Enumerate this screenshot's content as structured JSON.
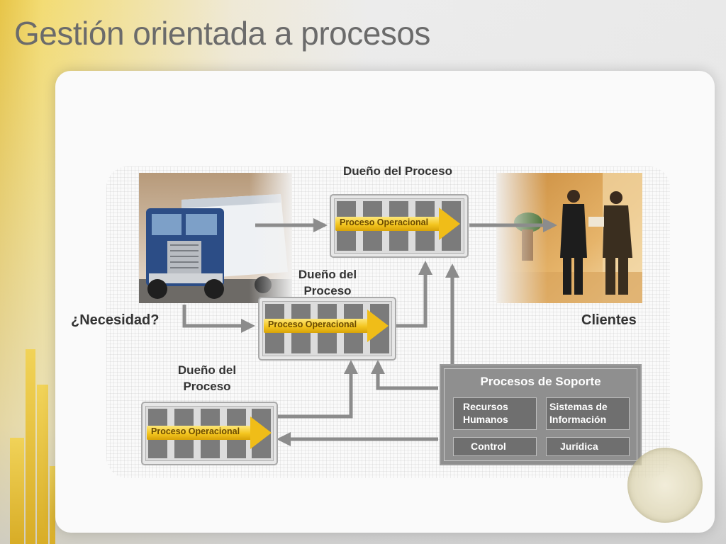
{
  "slide": {
    "title": "Gestión orientada a procesos"
  },
  "labels": {
    "owner_top": "Dueño del Proceso",
    "owner_mid": "Dueño del Proceso",
    "owner_bottom": "Dueño del Proceso",
    "necesidad": "¿Necesidad?",
    "clientes": "Clientes"
  },
  "process_blocks": [
    {
      "label": "Proceso Operacional"
    },
    {
      "label": "Proceso Operacional"
    },
    {
      "label": "Proceso Operacional"
    }
  ],
  "support": {
    "title": "Procesos de Soporte",
    "items": [
      "Recursos Humanos",
      "Sistemas de Información",
      "Control",
      "Jurídica"
    ]
  },
  "colors": {
    "accent_yellow": "#f4c51f",
    "block_gray": "#7b7b7b",
    "support_gray": "#8f8f8f",
    "arrow_gray": "#8c8c8c"
  }
}
